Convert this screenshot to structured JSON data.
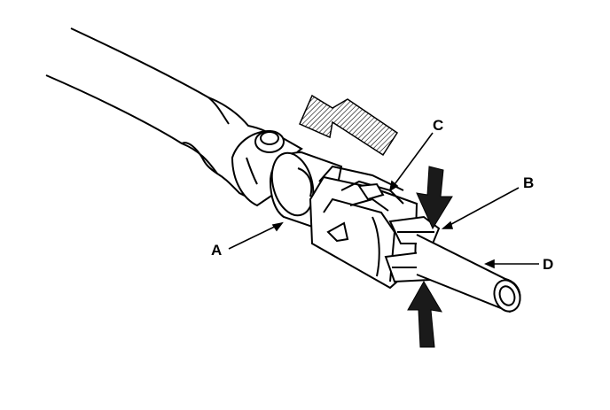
{
  "labels": {
    "a": "A",
    "b": "B",
    "c": "C",
    "d": "D"
  },
  "colors": {
    "ink": "#000000",
    "paper": "#ffffff",
    "shade": "#1a1a1a"
  },
  "icons": {
    "push_direction": "outline-arrow-icon",
    "squeeze_top": "solid-arrow-down-icon",
    "squeeze_bottom": "solid-arrow-up-icon"
  }
}
